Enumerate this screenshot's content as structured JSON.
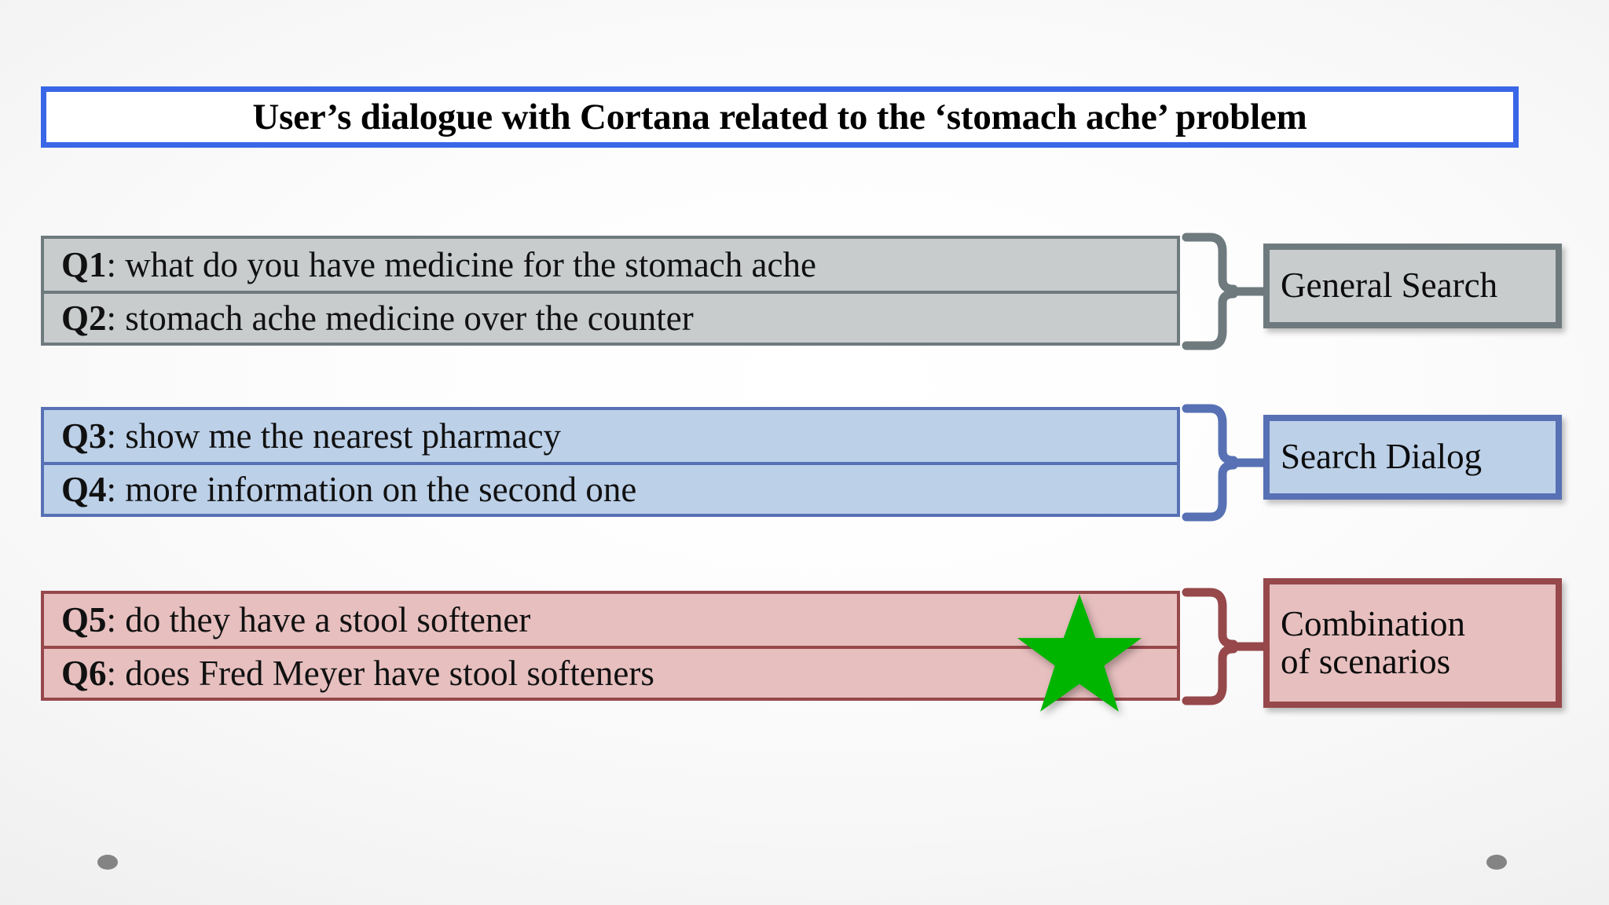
{
  "slide": {
    "title": "User’s dialogue with Cortana related to the ‘stomach ache’ problem"
  },
  "groups": [
    {
      "key": "general-search",
      "label": "General Search",
      "color_fill": "#c9cccd",
      "color_border": "#6e7a7e",
      "rows": [
        {
          "q": "Q1",
          "text": ": what do you have medicine for the stomach ache"
        },
        {
          "q": "Q2",
          "text": ": stomach ache medicine over the counter"
        }
      ]
    },
    {
      "key": "search-dialog",
      "label": "Search Dialog",
      "color_fill": "#bcd0e8",
      "color_border": "#5771b4",
      "rows": [
        {
          "q": "Q3",
          "text": ": show me the nearest pharmacy"
        },
        {
          "q": "Q4",
          "text": ": more information on the second one"
        }
      ]
    },
    {
      "key": "combination-of-scenarios",
      "label": "Combination\nof scenarios",
      "color_fill": "#e7bfbf",
      "color_border": "#96484b",
      "rows": [
        {
          "q": "Q5",
          "text": ": do they have a stool softener"
        },
        {
          "q": "Q6",
          "text": ": does Fred Meyer have stool softeners"
        }
      ]
    }
  ],
  "annotation": {
    "star_icon": "star-icon",
    "star_color": "#00b500"
  },
  "footer": {
    "dot_left": "bullet-dot",
    "dot_right": "bullet-dot"
  },
  "colors": {
    "title_border": "#3a66e8",
    "title_fill": "#ffffff",
    "background": "#f2f2f2"
  }
}
